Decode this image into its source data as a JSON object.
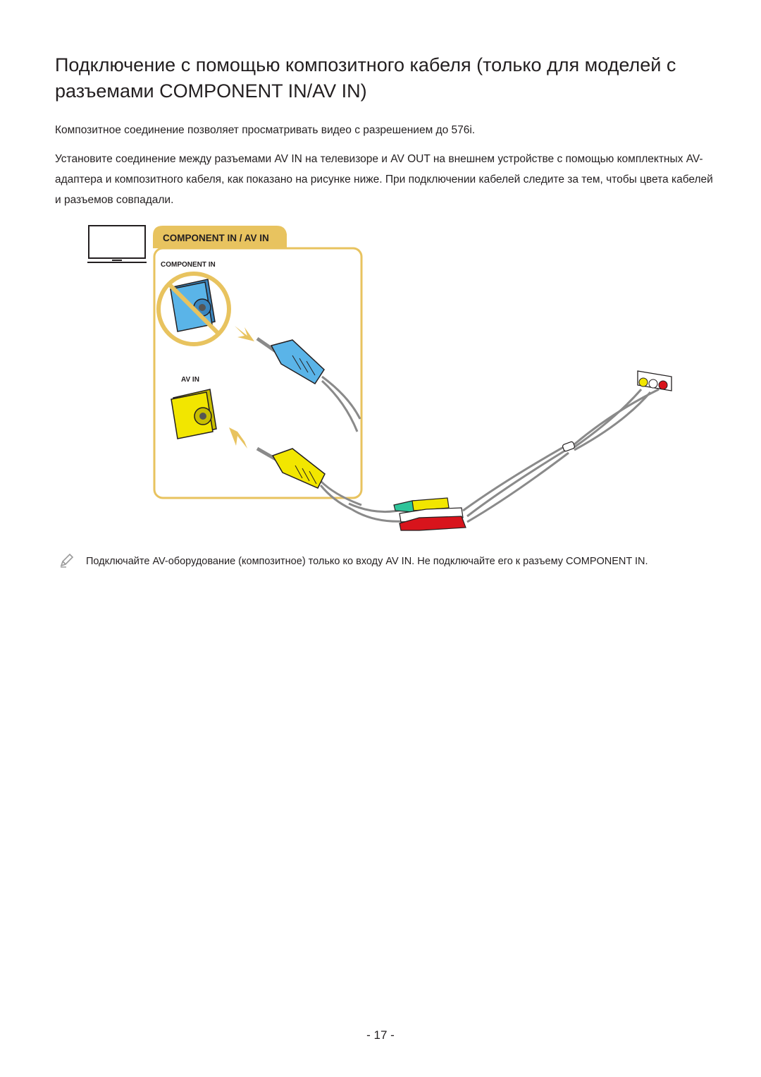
{
  "heading": "Подключение с помощью композитного кабеля (только для моделей с разъемами COMPONENT IN/AV IN)",
  "paragraphs": {
    "p1": "Композитное соединение позволяет просматривать видео с разрешением до 576i.",
    "p2": "Установите соединение между разъемами AV IN на телевизоре и AV OUT на внешнем устройстве с помощью комплектных AV-адаптера и композитного кабеля, как показано на рисунке ниже. При подключении кабелей следите за тем, чтобы цвета кабелей и разъемов совпадали."
  },
  "figure": {
    "tab_label": "COMPONENT IN / AV IN",
    "component_label": "COMPONENT IN",
    "av_label": "AV IN",
    "colors": {
      "panel_border": "#e8c35f",
      "tab_fill": "#e8c35f",
      "prohibit": "#e8c35f",
      "blue_jack": "#5ab4e8",
      "yellow_jack": "#f2e600",
      "red_plug": "#d8141c",
      "green_plug": "#2fc49a",
      "cable": "#8a8a8a"
    }
  },
  "note": {
    "icon": "pencil-icon",
    "text": "Подключайте AV-оборудование (композитное) только ко входу AV IN. Не подключайте его к разъему COMPONENT IN."
  },
  "page_number": "- 17 -"
}
